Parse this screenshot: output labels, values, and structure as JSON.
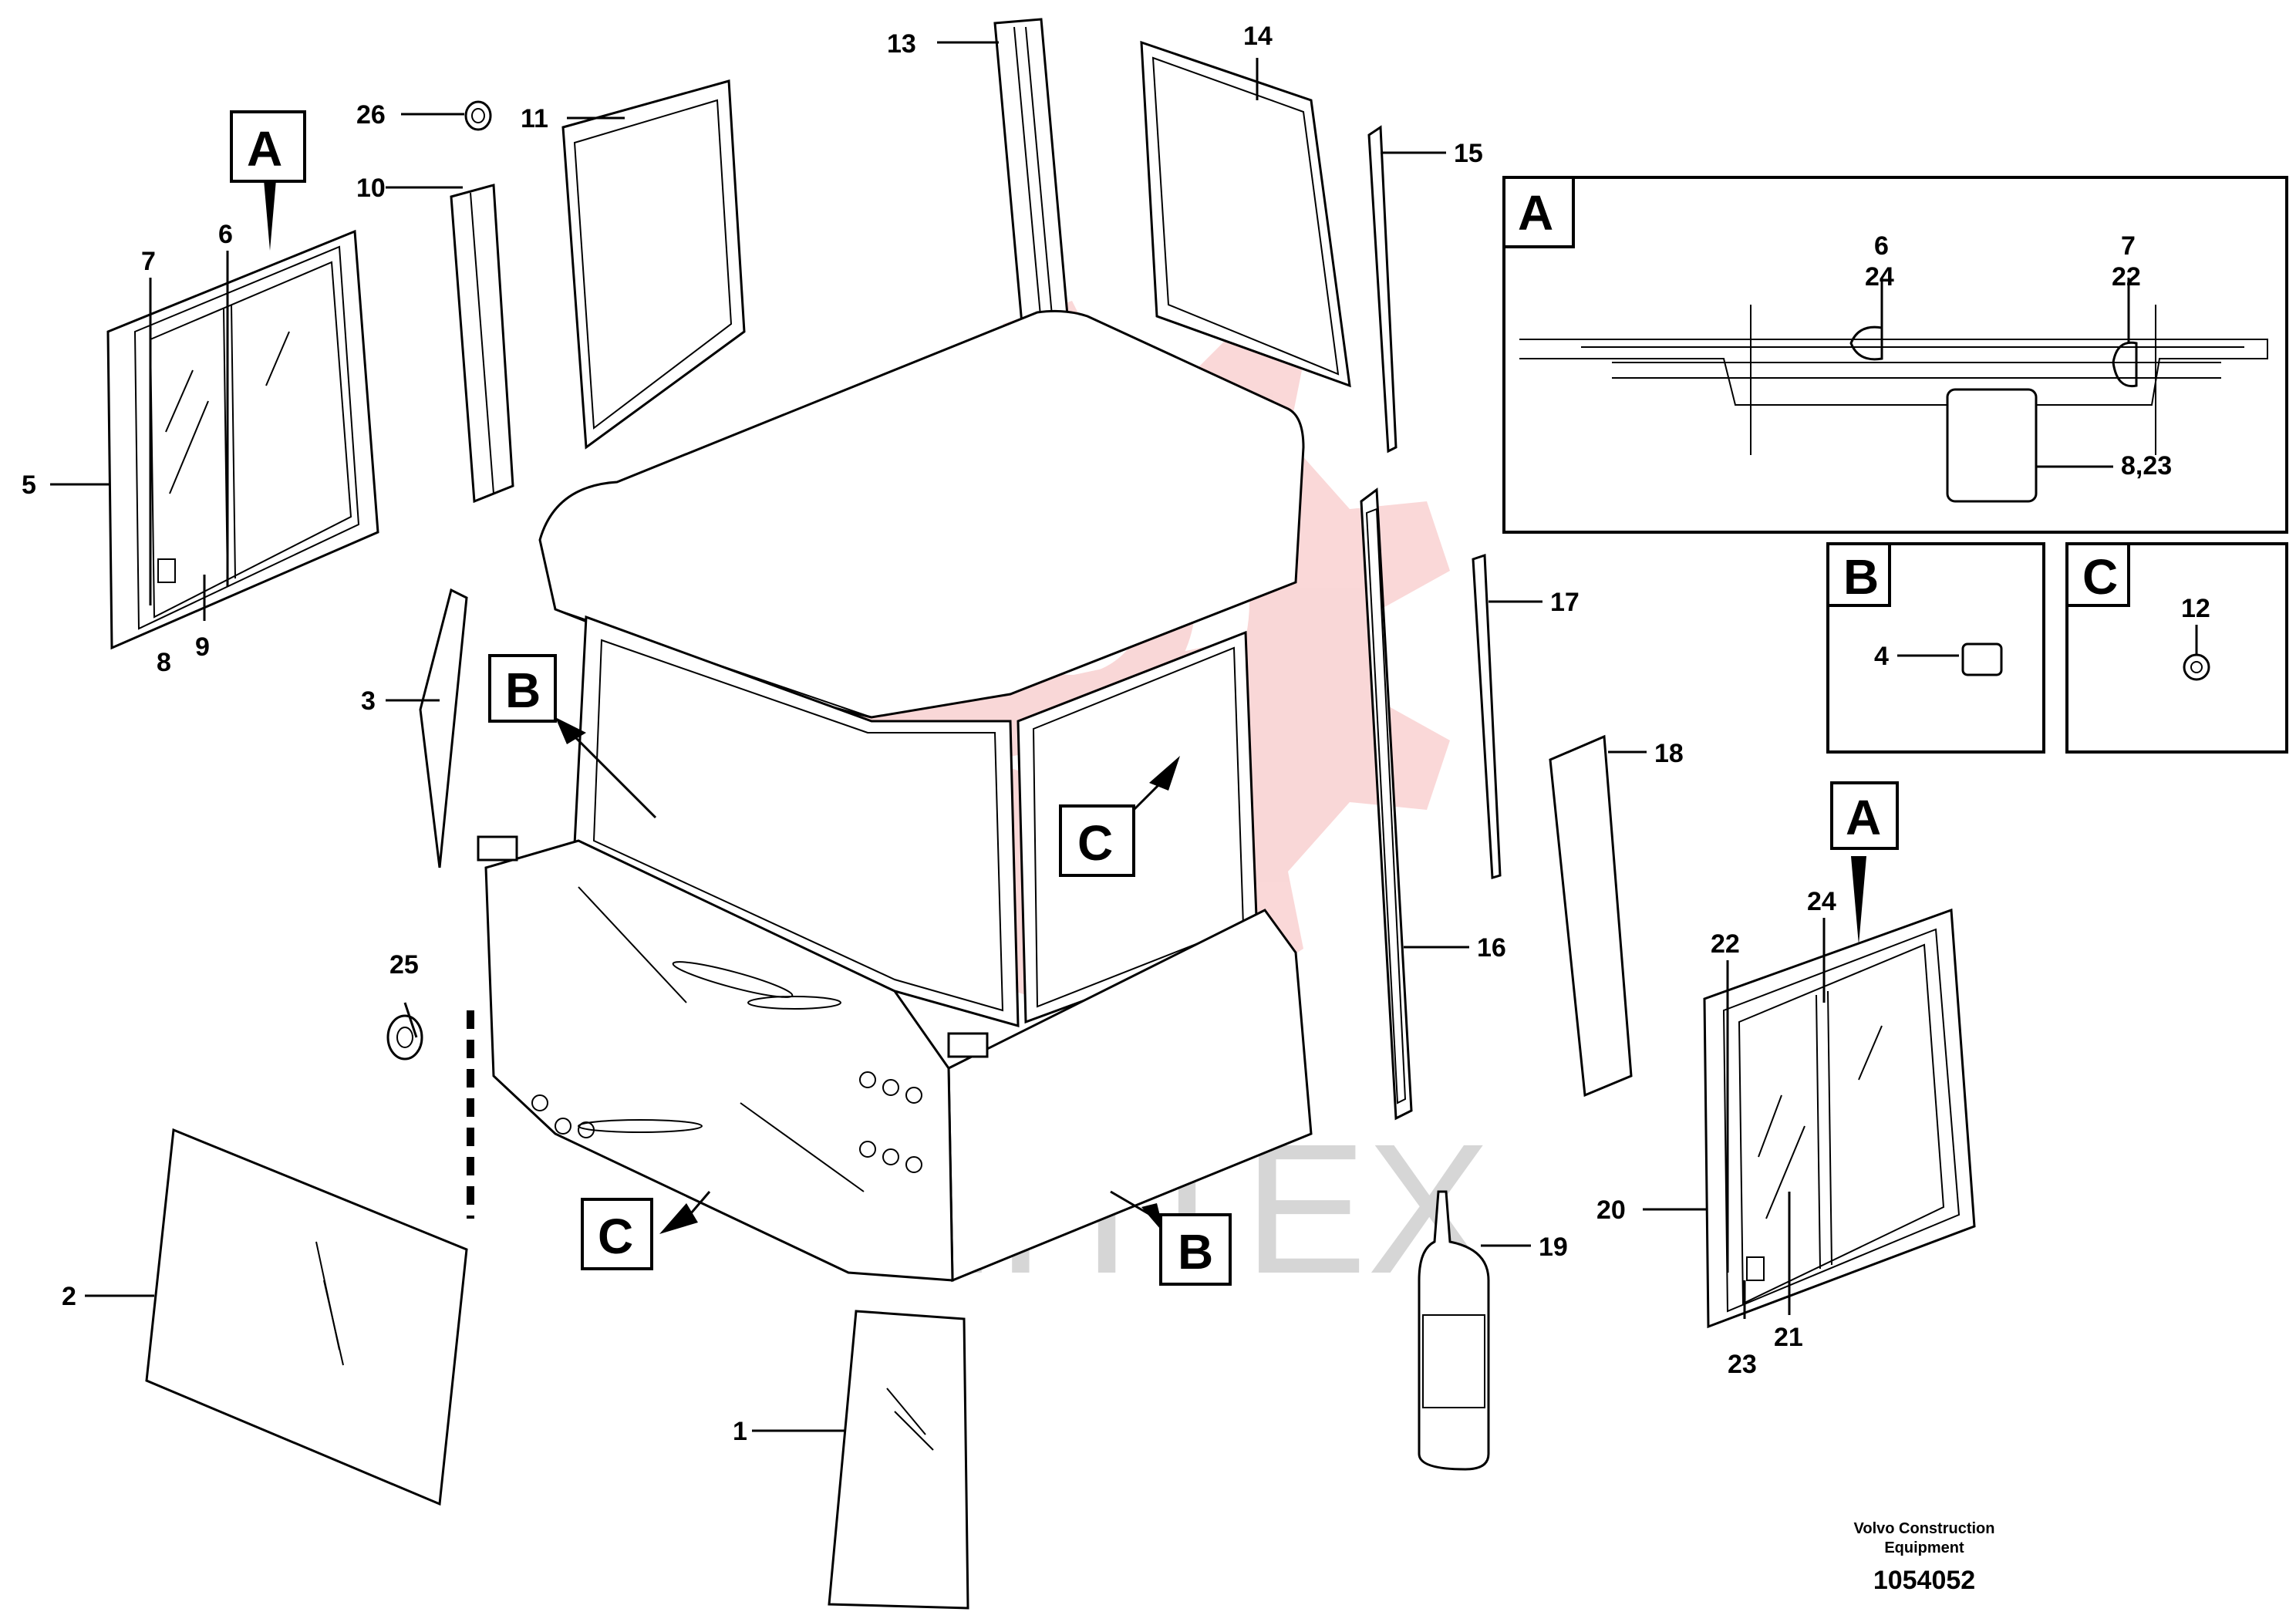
{
  "watermark": {
    "text": "ИНТЕХ",
    "color": "#f2a5a5"
  },
  "callouts": {
    "c1": "1",
    "c2": "2",
    "c3": "3",
    "c4": "4",
    "c5": "5",
    "c6": "6",
    "c7": "7",
    "c8": "8",
    "c9": "9",
    "c10": "10",
    "c11": "11",
    "c12": "12",
    "c13": "13",
    "c14": "14",
    "c15": "15",
    "c16": "16",
    "c17": "17",
    "c18": "18",
    "c19": "19",
    "c20": "20",
    "c21": "21",
    "c22": "22",
    "c23": "23",
    "c24": "24",
    "c25": "25",
    "c26": "26",
    "detA6": "6",
    "detA24": "24",
    "detA7": "7",
    "detA22": "22",
    "detA823": "8,23",
    "detB4": "4",
    "detC12": "12",
    "rA6": "6",
    "rA7": "7",
    "rA8": "8",
    "rA9": "9",
    "rB20": "20",
    "rB21": "21",
    "rB22": "22",
    "rB23": "23",
    "rB24": "24"
  },
  "labels": {
    "A_left": "A",
    "A_right": "A",
    "A_detail": "A",
    "B_cab": "B",
    "B_bottom": "B",
    "B_detail": "B",
    "C_cab": "C",
    "C_bottom": "C",
    "C_detail": "C"
  },
  "footer": {
    "company_line1": "Volvo Construction",
    "company_line2": "Equipment",
    "drawing_number": "1054052"
  }
}
